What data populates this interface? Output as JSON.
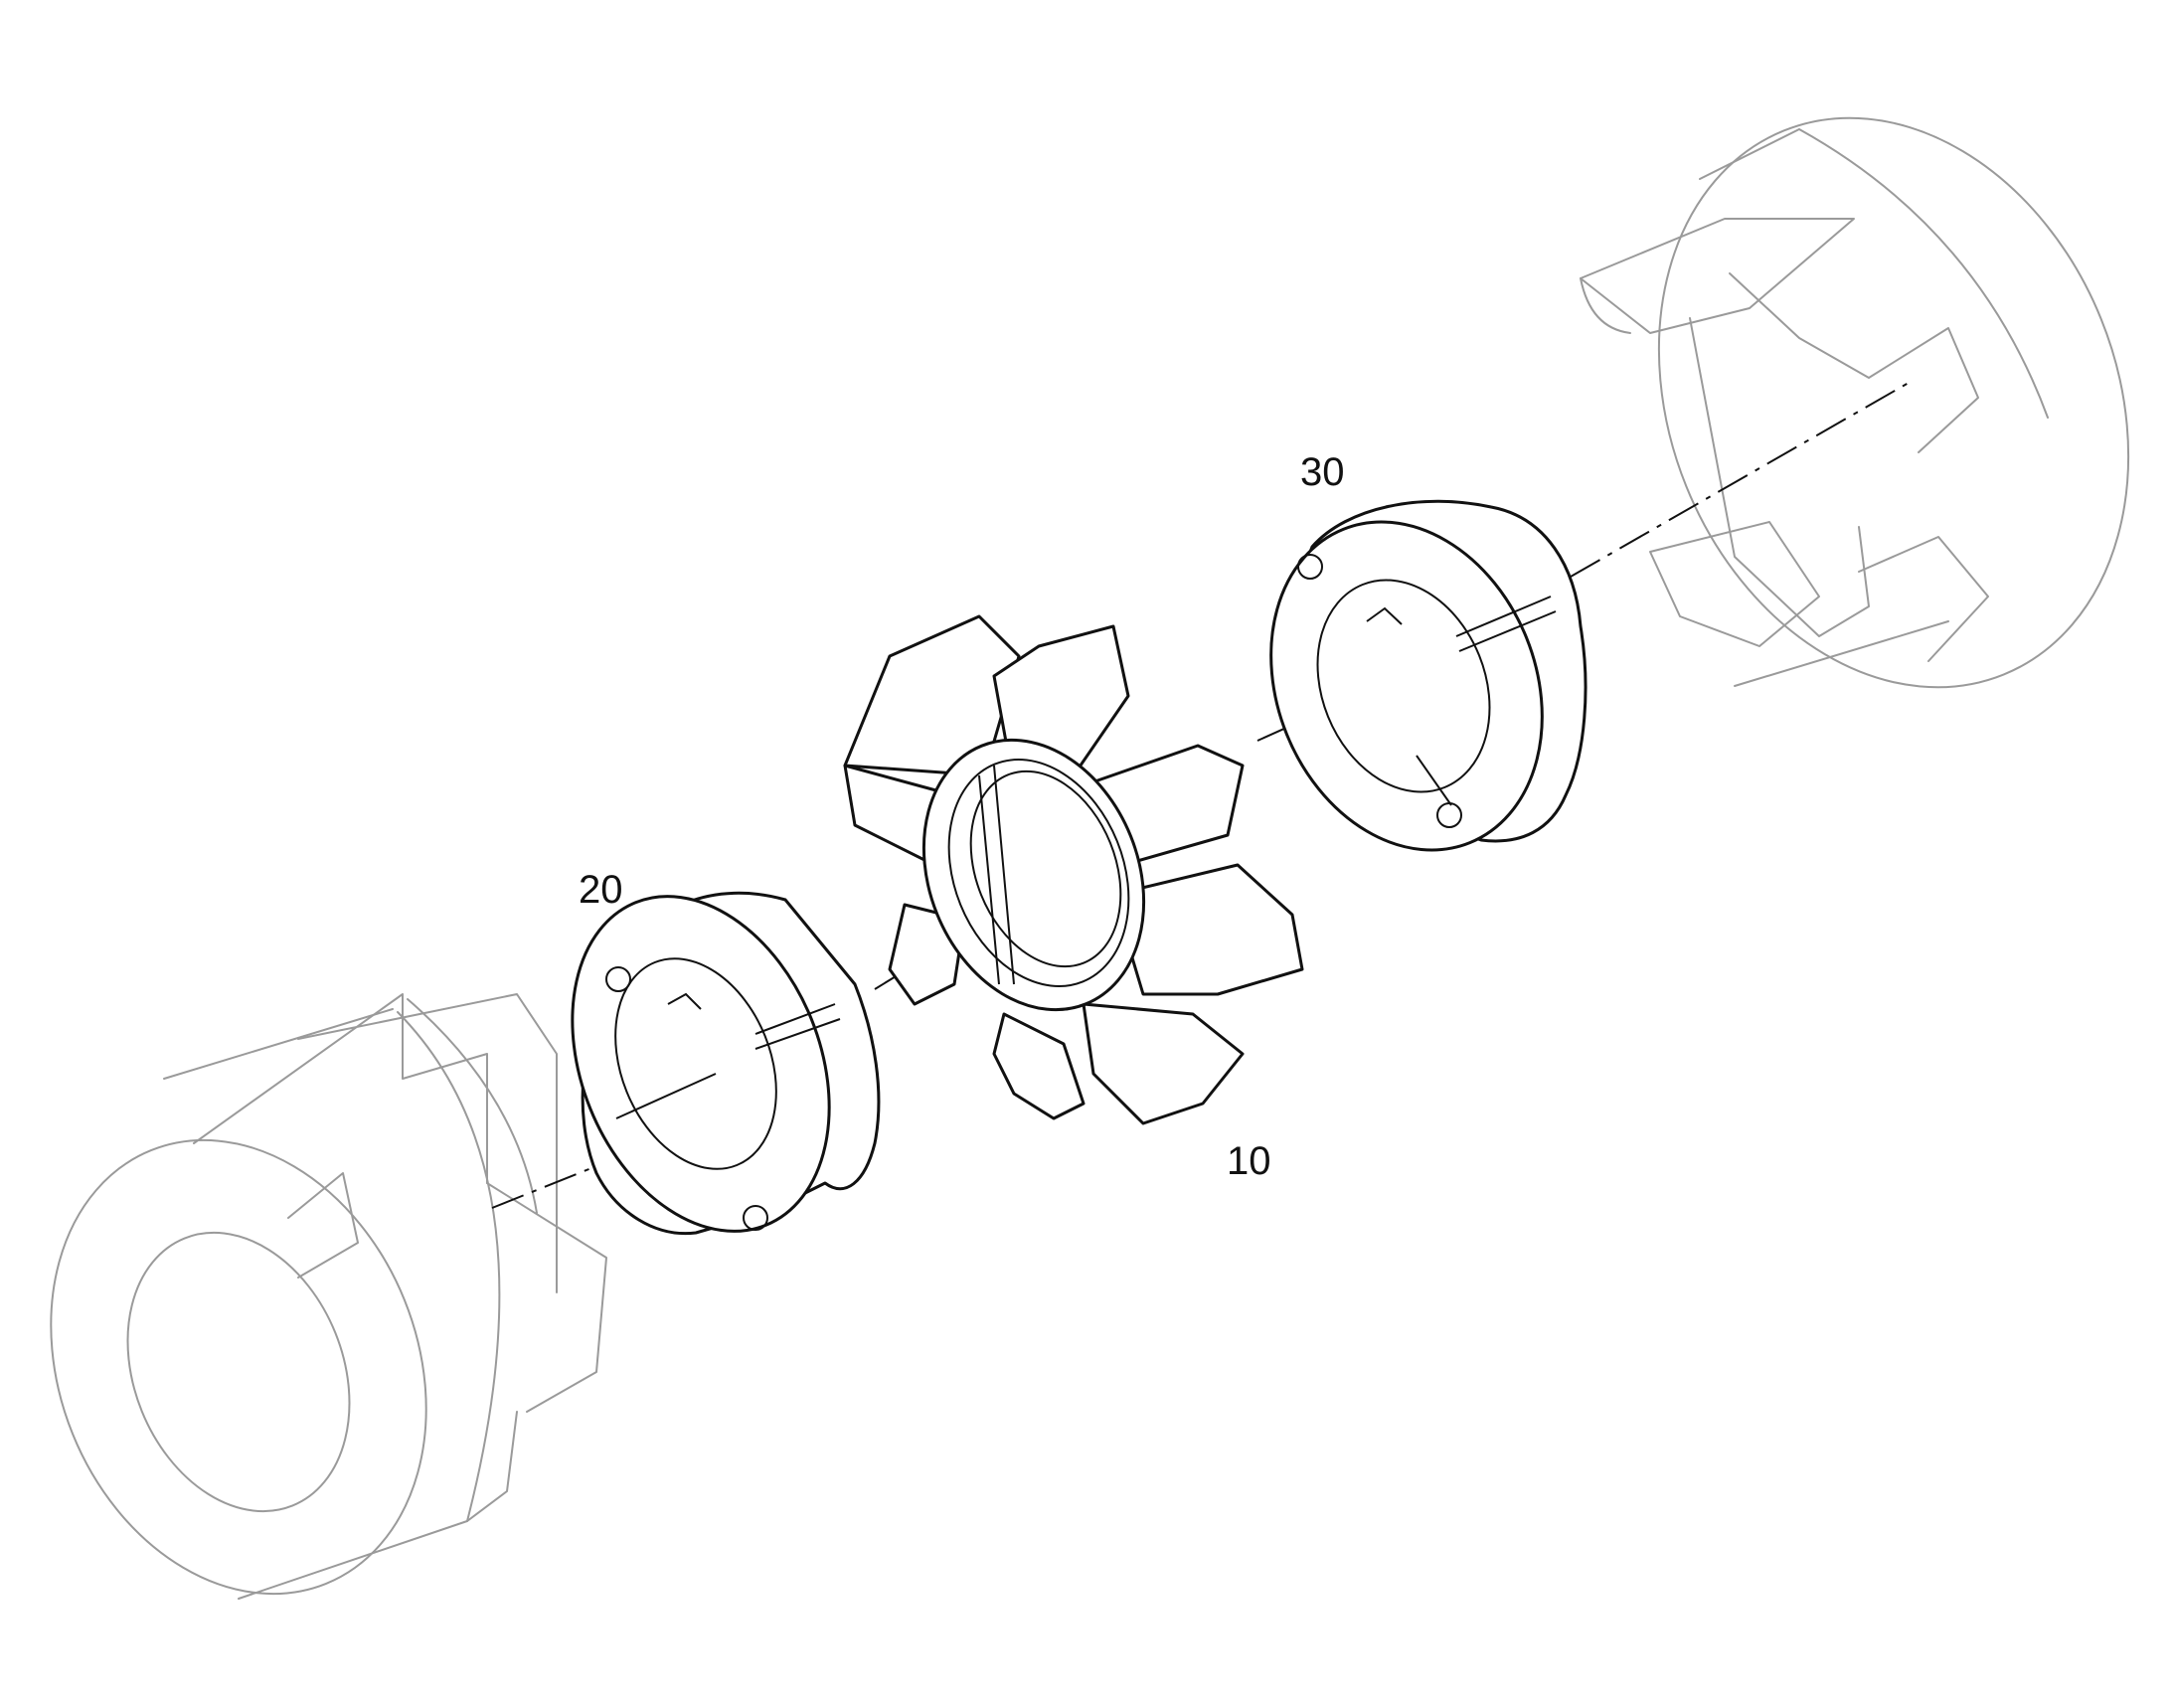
{
  "figure": {
    "reference_numerals": {
      "spider": "10",
      "left_bushing": "20",
      "right_bushing": "30"
    },
    "colors": {
      "background": "#ffffff",
      "line_primary": "#111111",
      "line_ghost": "#9a9a9a"
    },
    "components": [
      {
        "name": "left-hub",
        "style": "phantom"
      },
      {
        "name": "left-bushing",
        "style": "solid",
        "numeral_key": "left_bushing"
      },
      {
        "name": "spider",
        "style": "solid",
        "numeral_key": "spider"
      },
      {
        "name": "right-bushing",
        "style": "solid",
        "numeral_key": "right_bushing"
      },
      {
        "name": "right-hub",
        "style": "phantom"
      }
    ]
  }
}
